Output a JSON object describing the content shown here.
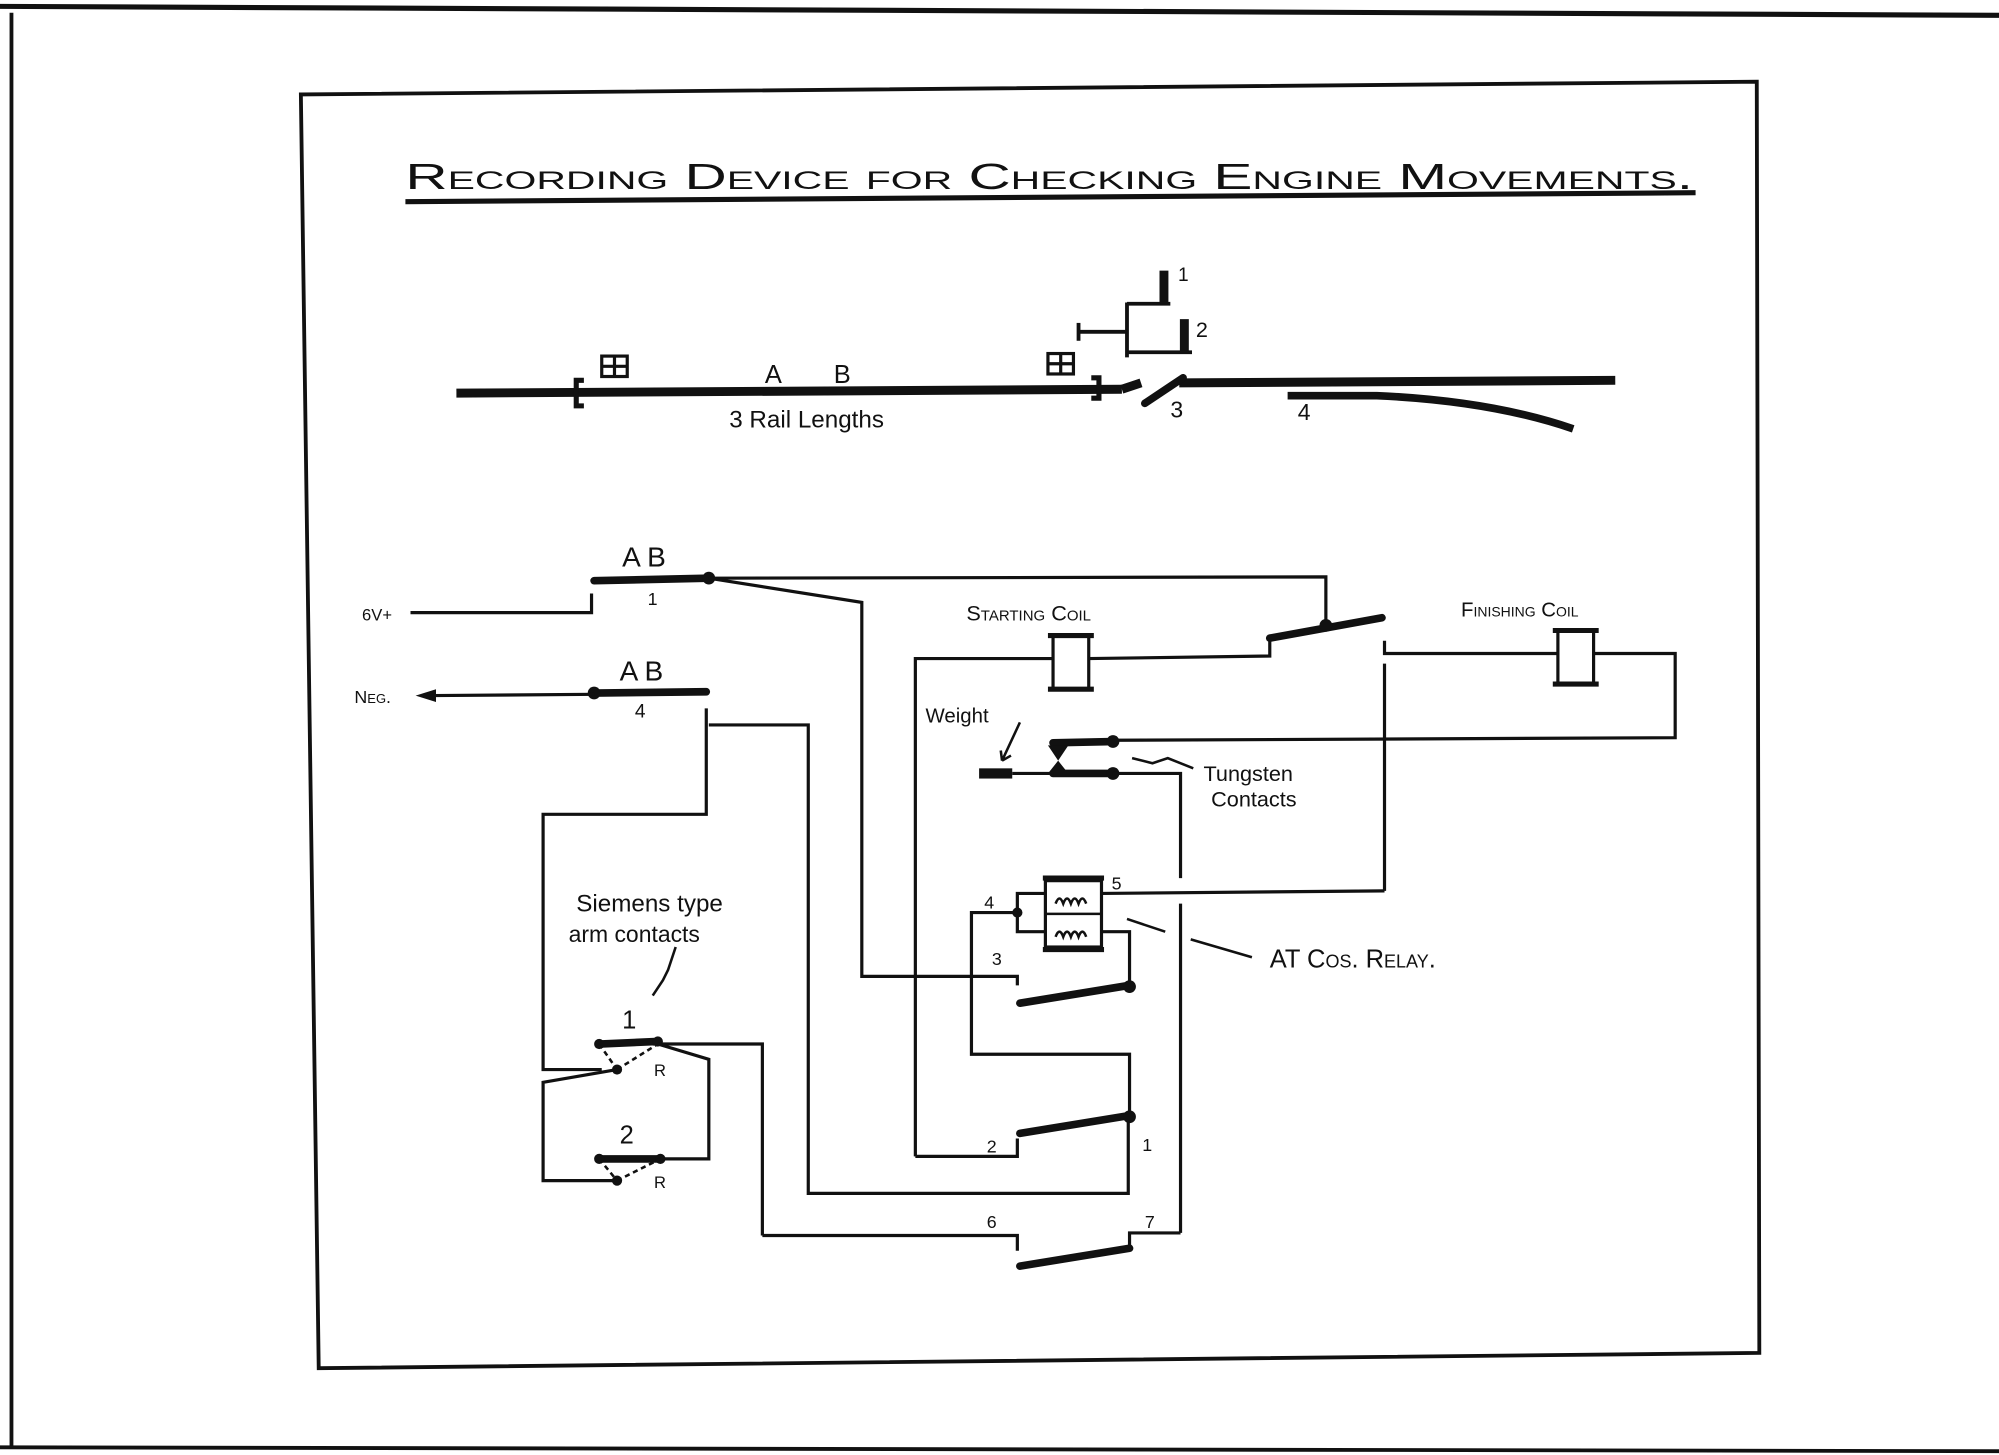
{
  "title": "Recording Device for Checking Engine Movements.",
  "track": {
    "label_a": "A",
    "label_b": "B",
    "rail_lengths": "3 Rail Lengths",
    "signal_1": "1",
    "signal_2": "2",
    "point_3": "3",
    "point_4": "4"
  },
  "circuit": {
    "ab_top": "A B",
    "ab_top_num": "1",
    "ab_bottom": "A B",
    "ab_bottom_num": "4",
    "supply_pos": "6V+",
    "supply_neg": "Neg.",
    "starting_coil": "Starting Coil",
    "finishing_coil": "Finishing Coil",
    "weight": "Weight",
    "tungsten_1": "Tungsten",
    "tungsten_2": "Contacts",
    "siemens_1": "Siemens type",
    "siemens_2": "arm contacts",
    "relay": "AT Cos. Relay.",
    "terminals": {
      "t1": "1",
      "t2": "2",
      "t3": "3",
      "t4": "4",
      "t5": "5",
      "t6": "6",
      "t7": "7"
    },
    "arm_1": "1",
    "arm_2": "2",
    "r1": "R",
    "r2": "R"
  }
}
